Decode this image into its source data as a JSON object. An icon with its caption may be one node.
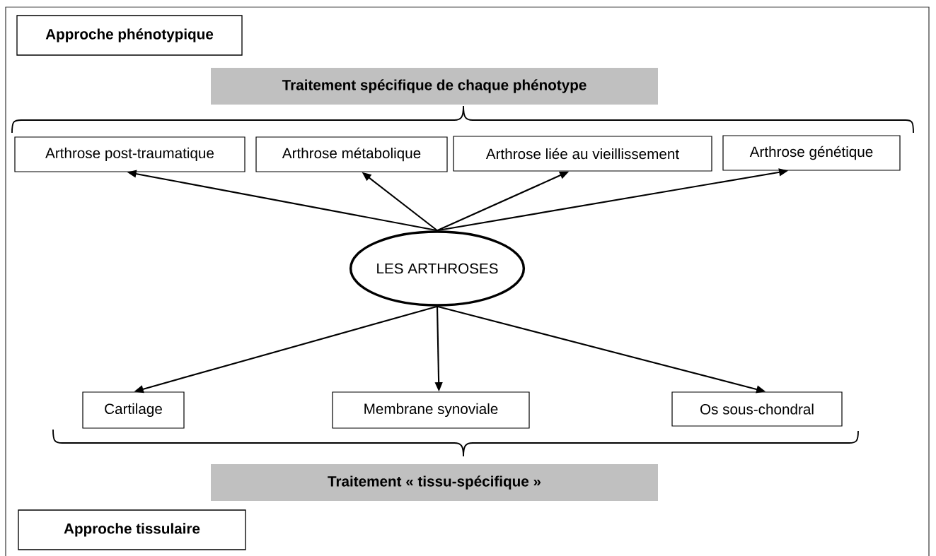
{
  "diagram": {
    "nodes": [
      {
        "text": [
          "Approche phénotypique"
        ]
      },
      {
        "text": [
          "Traitement spécifique de chaque phénotype"
        ]
      },
      {
        "text": [
          "Arthrose post-traumatique"
        ]
      },
      {
        "text": [
          "Arthrose métabolique"
        ]
      },
      {
        "text": [
          "Arthrose liée au vieillissement"
        ]
      },
      {
        "text": [
          "Arthrose génétique"
        ]
      },
      {
        "text": [
          "LES ARTHROSES"
        ]
      },
      {
        "text": [
          "Cartilage"
        ]
      },
      {
        "text": [
          "Membrane synoviale"
        ]
      },
      {
        "text": [
          "Os sous-chondral"
        ]
      },
      {
        "text": [
          "Traitement « tissu-spécifique »"
        ]
      },
      {
        "text": [
          "Approche tissulaire"
        ]
      }
    ],
    "edges": [
      {
        "from": 6,
        "to": 2,
        "arrow": "to"
      },
      {
        "from": 6,
        "to": 3,
        "arrow": "to"
      },
      {
        "from": 6,
        "to": 4,
        "arrow": "to"
      },
      {
        "from": 6,
        "to": 5,
        "arrow": "to"
      },
      {
        "from": 6,
        "to": 7,
        "arrow": "to"
      },
      {
        "from": 6,
        "to": 8,
        "arrow": "to"
      },
      {
        "from": 6,
        "to": 9,
        "arrow": "to"
      }
    ]
  }
}
